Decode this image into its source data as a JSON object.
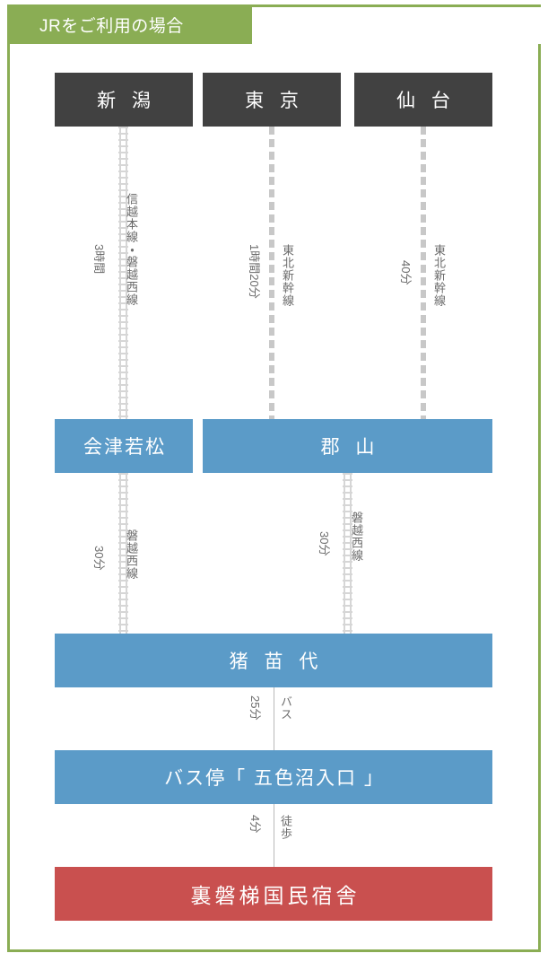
{
  "header": {
    "title": "JRをご利用の場合",
    "accent_color": "#8aad54"
  },
  "colors": {
    "origin_box": "#414141",
    "station_box": "#5b9bc8",
    "destination_box": "#c9504f",
    "line_gray": "#c8c8c8",
    "label_text": "#6b6b6b"
  },
  "origins": [
    {
      "name": "新 潟"
    },
    {
      "name": "東 京"
    },
    {
      "name": "仙 台"
    }
  ],
  "stations": {
    "aizu_wakamatsu": "会津若松",
    "koriyama": "郡 山",
    "inawashiro": "猪 苗 代",
    "bus_stop": "バス停「 五色沼入口 」",
    "destination": "裏磐梯国民宿舎"
  },
  "legs": [
    {
      "id": "niigata-aizu",
      "from": "新 潟",
      "to": "会津若松",
      "line": "信越本線・磐越西線",
      "duration": "3時間",
      "mode": "rail"
    },
    {
      "id": "tokyo-koriyama",
      "from": "東 京",
      "to": "郡 山",
      "line": "東北新幹線",
      "duration": "1時間20分",
      "mode": "shinkansen"
    },
    {
      "id": "sendai-koriyama",
      "from": "仙 台",
      "to": "郡 山",
      "line": "東北新幹線",
      "duration": "40分",
      "mode": "shinkansen"
    },
    {
      "id": "aizu-inawashiro",
      "from": "会津若松",
      "to": "猪 苗 代",
      "line": "磐越西線",
      "duration": "30分",
      "mode": "rail"
    },
    {
      "id": "koriyama-inawashiro",
      "from": "郡 山",
      "to": "猪 苗 代",
      "line": "磐越西線",
      "duration": "30分",
      "mode": "rail"
    },
    {
      "id": "inawashiro-busstop",
      "from": "猪 苗 代",
      "to": "バス停「 五色沼入口 」",
      "line": "バス",
      "duration": "25分",
      "mode": "bus"
    },
    {
      "id": "busstop-destination",
      "from": "バス停「 五色沼入口 」",
      "to": "裏磐梯国民宿舎",
      "line": "徒歩",
      "duration": "4分",
      "mode": "walk"
    }
  ]
}
